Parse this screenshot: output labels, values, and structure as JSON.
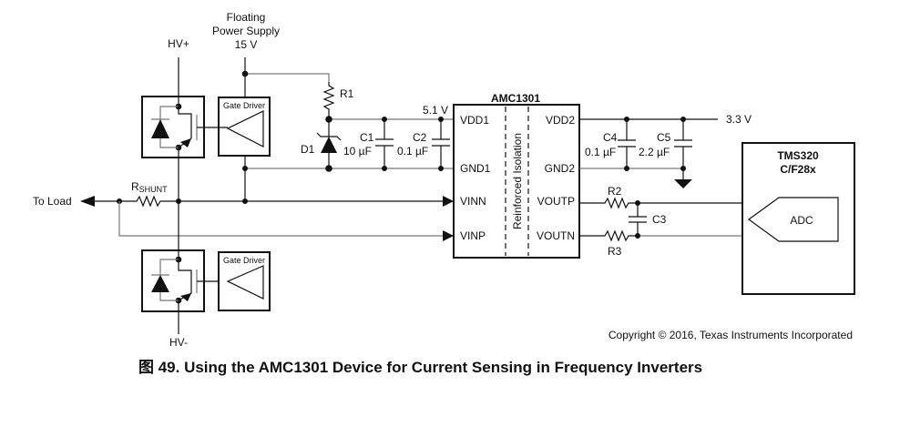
{
  "figure": {
    "caption": "图 49.  Using the AMC1301 Device for Current Sensing in Frequency Inverters",
    "copyright": "Copyright © 2016, Texas Instruments Incorporated"
  },
  "power": {
    "supply_line1": "Floating",
    "supply_line2": "Power Supply",
    "supply_voltage": "15 V",
    "hv_plus": "HV+",
    "hv_minus": "HV-",
    "vdd1_voltage": "5.1 V",
    "vdd2_voltage": "3.3 V"
  },
  "gate_drivers": [
    {
      "label": "Gate Driver"
    },
    {
      "label": "Gate Driver"
    }
  ],
  "load": {
    "label": "To Load",
    "shunt_main": "R",
    "shunt_sub": "SHUNT"
  },
  "components": {
    "r1": "R1",
    "d1": "D1",
    "c1": "C1",
    "c1_value": "10 µF",
    "c2": "C2",
    "c2_value": "0.1 µF",
    "c4": "C4",
    "c4_value": "0.1 µF",
    "c5": "C5",
    "c5_value": "2.2 µF",
    "r2": "R2",
    "r3": "R3",
    "c3": "C3"
  },
  "amc1301": {
    "title": "AMC1301",
    "isolation_label": "Reinforced Isolation",
    "pins_left": [
      "VDD1",
      "GND1",
      "VINN",
      "VINP"
    ],
    "pins_right": [
      "VDD2",
      "GND2",
      "VOUTP",
      "VOUTN"
    ]
  },
  "mcu": {
    "name_line1": "TMS320",
    "name_line2": "C/F28x",
    "adc_label": "ADC"
  }
}
